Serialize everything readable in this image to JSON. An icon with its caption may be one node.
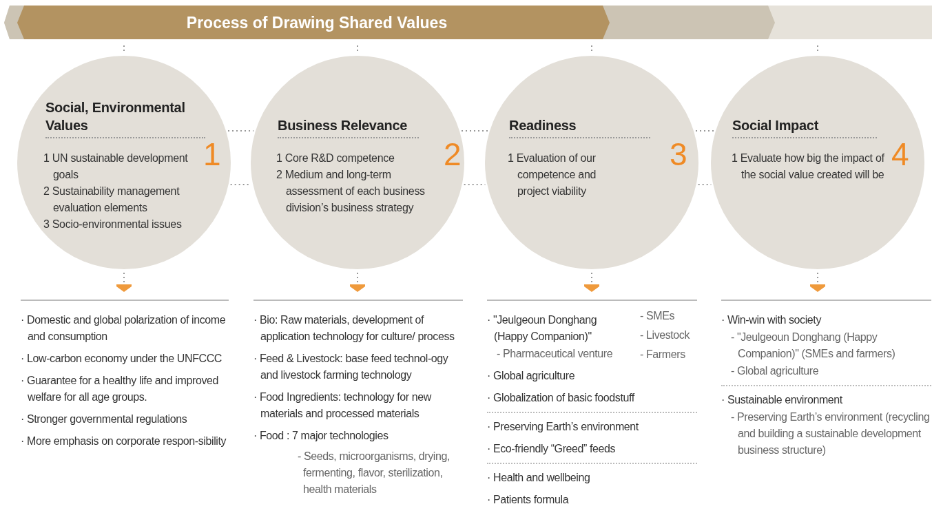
{
  "diagram": {
    "title": "Process of Drawing Shared Values",
    "nodes": [
      {
        "text": [
          "Social, Environmental Values",
          "1",
          "1 UN sustainable development goals",
          "2 Sustainability management evaluation elements",
          "3 Socio-environmental issues"
        ]
      },
      {
        "text": [
          "Business Relevance",
          "2",
          "1 Core R&D competence",
          "2 Medium and long-term assessment of each business division’s business strategy"
        ]
      },
      {
        "text": [
          "Readiness",
          "3",
          "1 Evaluation of our competence and project viability"
        ]
      },
      {
        "text": [
          "Social Impact",
          "4",
          "1 Evaluate how big the impact of the social value created will be"
        ]
      },
      {
        "text": [
          "· Domestic and global polarization of income and consumption",
          "· Low-carbon economy under the UNFCCC",
          "· Guarantee for a healthy life and improved welfare for all age groups.",
          "· Stronger governmental regulations",
          "· More emphasis on corporate respon-sibility"
        ]
      },
      {
        "text": [
          "· Bio: Raw materials, development of application technology for culture/ process",
          "· Feed & Livestock: base feed technol-ogy and livestock farming technology",
          "· Food Ingredients: technology for new materials and processed materials",
          "· Food : 7 major technologies",
          "- Seeds, microorganisms, drying, fermenting, flavor, sterilization, health materials"
        ]
      },
      {
        "text": [
          "· \"Jeulgeoun Donghang (Happy Companion)\"",
          "- Pharmaceutical venture",
          "- SMEs",
          "- Livestock",
          "- Farmers",
          "· Global agriculture",
          "· Globalization of basic foodstuff",
          "· Preserving Earth’s environment",
          "· Eco-friendly “Greed” feeds",
          "· Health and wellbeing",
          "· Patients formula"
        ]
      },
      {
        "text": [
          "· Win-win with society",
          "- \"Jeulgeoun Donghang (Happy Companion)\" (SMEs and farmers)",
          "- Global agriculture",
          "· Sustainable environment",
          "- Preserving Earth’s environment (recycling and building a sustainable development business structure)"
        ]
      }
    ],
    "edges": [
      {
        "from": 0,
        "to": 4,
        "arrow": "to"
      },
      {
        "from": 1,
        "to": 5,
        "arrow": "to"
      },
      {
        "from": 2,
        "to": 6,
        "arrow": "to"
      },
      {
        "from": 3,
        "to": 7,
        "arrow": "to"
      },
      {
        "from": 0,
        "to": 1,
        "arrow": "none"
      },
      {
        "from": 0,
        "to": 1,
        "arrow": "none"
      },
      {
        "from": 1,
        "to": 2,
        "arrow": "none"
      },
      {
        "from": 1,
        "to": 2,
        "arrow": "none"
      },
      {
        "from": 2,
        "to": 3,
        "arrow": "none"
      },
      {
        "from": 2,
        "to": 3,
        "arrow": "none"
      }
    ]
  }
}
